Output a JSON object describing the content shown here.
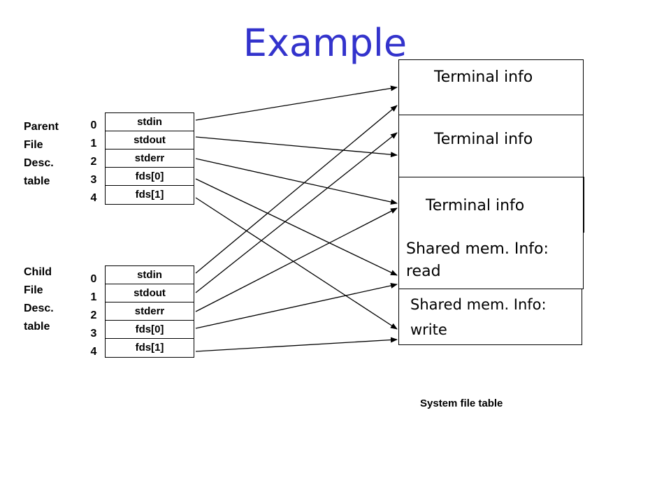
{
  "title": "Example",
  "parent": {
    "label": [
      "Parent",
      "File",
      "Desc.",
      "table"
    ],
    "indices": [
      "0",
      "1",
      "2",
      "3",
      "4"
    ],
    "entries": [
      "stdin",
      "stdout",
      "stderr",
      "fds[0]",
      "fds[1]"
    ]
  },
  "child": {
    "label": [
      "Child",
      "File",
      "Desc.",
      "table"
    ],
    "indices": [
      "0",
      "1",
      "2",
      "3",
      "4"
    ],
    "entries": [
      "stdin",
      "stdout",
      "stderr",
      "fds[0]",
      "fds[1]"
    ]
  },
  "system": {
    "label": "System file table",
    "entries": [
      {
        "line1": "Terminal info",
        "line2": ""
      },
      {
        "line1": "Terminal info",
        "line2": ""
      },
      {
        "line1": "Terminal info",
        "line2": ""
      },
      {
        "line1": "Shared mem. Info:",
        "line2": "read"
      },
      {
        "line1": "Shared mem. Info:",
        "line2": "write"
      }
    ]
  },
  "arrows": [
    {
      "from": "parent",
      "fd": 0,
      "to": 0
    },
    {
      "from": "parent",
      "fd": 1,
      "to": 1
    },
    {
      "from": "parent",
      "fd": 2,
      "to": 2
    },
    {
      "from": "parent",
      "fd": 3,
      "to": 3
    },
    {
      "from": "parent",
      "fd": 4,
      "to": 4
    },
    {
      "from": "child",
      "fd": 0,
      "to": 0
    },
    {
      "from": "child",
      "fd": 1,
      "to": 1
    },
    {
      "from": "child",
      "fd": 2,
      "to": 2
    },
    {
      "from": "child",
      "fd": 3,
      "to": 3
    },
    {
      "from": "child",
      "fd": 4,
      "to": 4
    }
  ]
}
